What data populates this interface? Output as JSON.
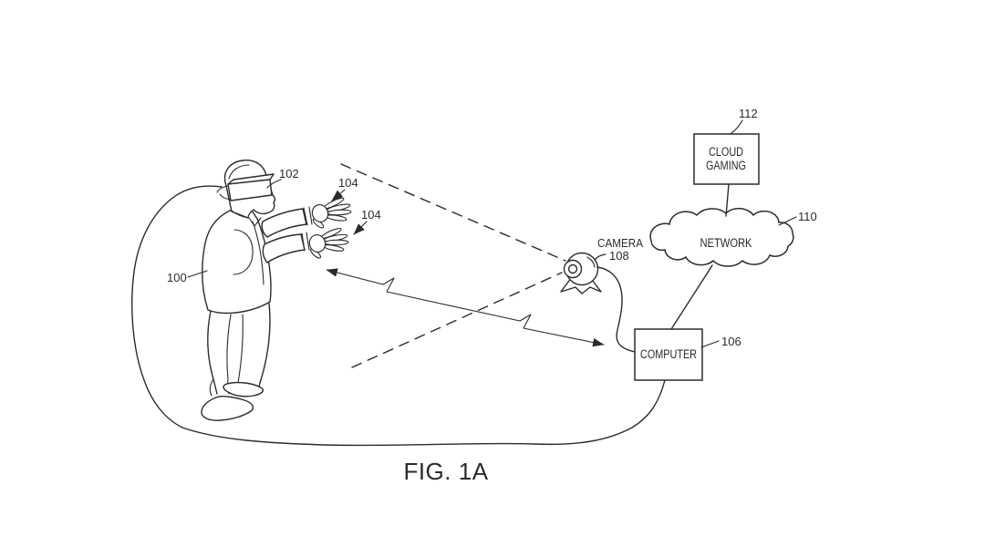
{
  "figure": {
    "caption": "FIG. 1A"
  },
  "refs": {
    "user": "100",
    "hmd": "102",
    "glove_upper": "104",
    "glove_lower": "104",
    "computer": "106",
    "camera": "108",
    "network": "110",
    "cloud_gaming": "112"
  },
  "nodes": {
    "camera_label": "CAMERA",
    "computer_label": "COMPUTER",
    "network_label": "NETWORK",
    "cloud_gaming_line1": "CLOUD",
    "cloud_gaming_line2": "GAMING"
  },
  "colors": {
    "ink": "#2b2b2b",
    "background": "#ffffff"
  }
}
